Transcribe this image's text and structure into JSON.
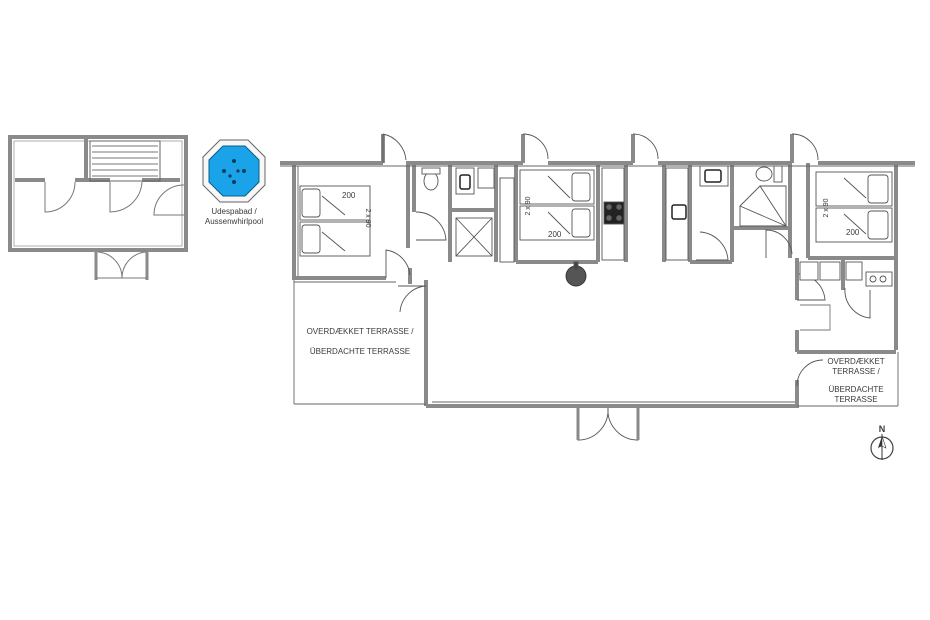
{
  "plan": {
    "terrace_main": {
      "line1": "OVERDÆKKET TERRASSE /",
      "line2": "ÜBERDACHTE TERRASSE"
    },
    "terrace_right": {
      "line1": "OVERDÆKKET",
      "line2": "TERRASSE /",
      "line3": "ÜBERDACHTE",
      "line4": "TERRASSE"
    },
    "whirlpool": {
      "line1": "Udespabad /",
      "line2": "Aussenwhirlpool"
    },
    "bedroom_1": {
      "bed_length": "200",
      "bed_size": "2 x 90"
    },
    "bedroom_2": {
      "bed_size": "2 x 90",
      "bed_length": "200"
    },
    "bedroom_3": {
      "bed_size": "2 x 90",
      "bed_length": "200"
    },
    "compass": {
      "label": "N"
    },
    "colors": {
      "wall": "#8c8c8c",
      "line": "#555555",
      "water": "#1aa3e8",
      "fixture": "#333333"
    }
  }
}
